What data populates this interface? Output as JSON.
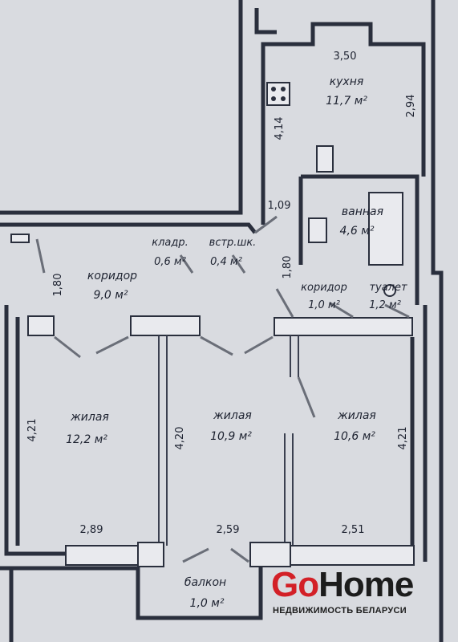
{
  "rooms": {
    "kitchen": {
      "name": "кухня",
      "area": "11,7 м²"
    },
    "bathroom": {
      "name": "ванная",
      "area": "4,6 м²"
    },
    "storage1": {
      "name": "кладр.",
      "area": "0,6 м²"
    },
    "wardrobe": {
      "name": "встр.шк.",
      "area": "0,4 м²"
    },
    "corridor_main": {
      "name": "коридор",
      "area": "9,0 м²"
    },
    "corridor_small": {
      "name": "коридор",
      "area": "1,0 м²"
    },
    "toilet": {
      "name": "туалет",
      "area": "1,2 м²"
    },
    "living1": {
      "name": "жилая",
      "area": "12,2 м²"
    },
    "living2": {
      "name": "жилая",
      "area": "10,9 м²"
    },
    "living3": {
      "name": "жилая",
      "area": "10,6 м²"
    },
    "balcony": {
      "name": "балкон",
      "area": "1,0 м²"
    }
  },
  "dimensions": {
    "kitchen_width": "3,50",
    "kitchen_left": "4,14",
    "kitchen_right": "2,94",
    "bath_door": "1,09",
    "corridor_left": "1,80",
    "corridor_small": "1,80",
    "living1_height": "4,21",
    "living2_height": "4,20",
    "living3_height": "4,21",
    "living1_width": "2,89",
    "living2_width": "2,59",
    "living3_width": "2,51"
  },
  "logo": {
    "go": "Go",
    "home": "Home",
    "tagline": "НЕДВИЖИМОСТЬ БЕЛАРУСИ",
    "colors": {
      "go": "#d32027",
      "home": "#1c1c1c"
    }
  }
}
